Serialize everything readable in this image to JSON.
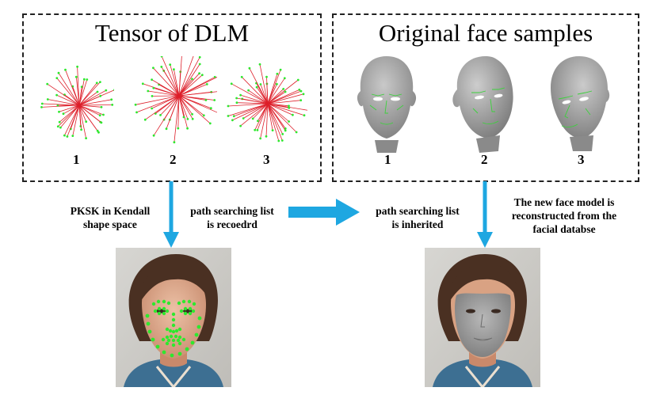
{
  "left_panel": {
    "title": "Tensor of DLM",
    "labels": [
      "1",
      "2",
      "3"
    ]
  },
  "right_panel": {
    "title": "Original face samples",
    "labels": [
      "1",
      "2",
      "3"
    ]
  },
  "captions": {
    "pksk": [
      "PKSK in Kendall",
      "shape space"
    ],
    "recorded": [
      "path searching list",
      "is recoedrd"
    ],
    "inherited": [
      "path searching list",
      "is inherited"
    ],
    "reconstructed": [
      "The new face model is",
      "reconstructed from the",
      "facial databse"
    ]
  },
  "colors": {
    "arrow": "#1ea7e1",
    "star_line": "#dd1f2a",
    "landmark": "#2ee82e",
    "face_gray": "#a9a9a9"
  }
}
